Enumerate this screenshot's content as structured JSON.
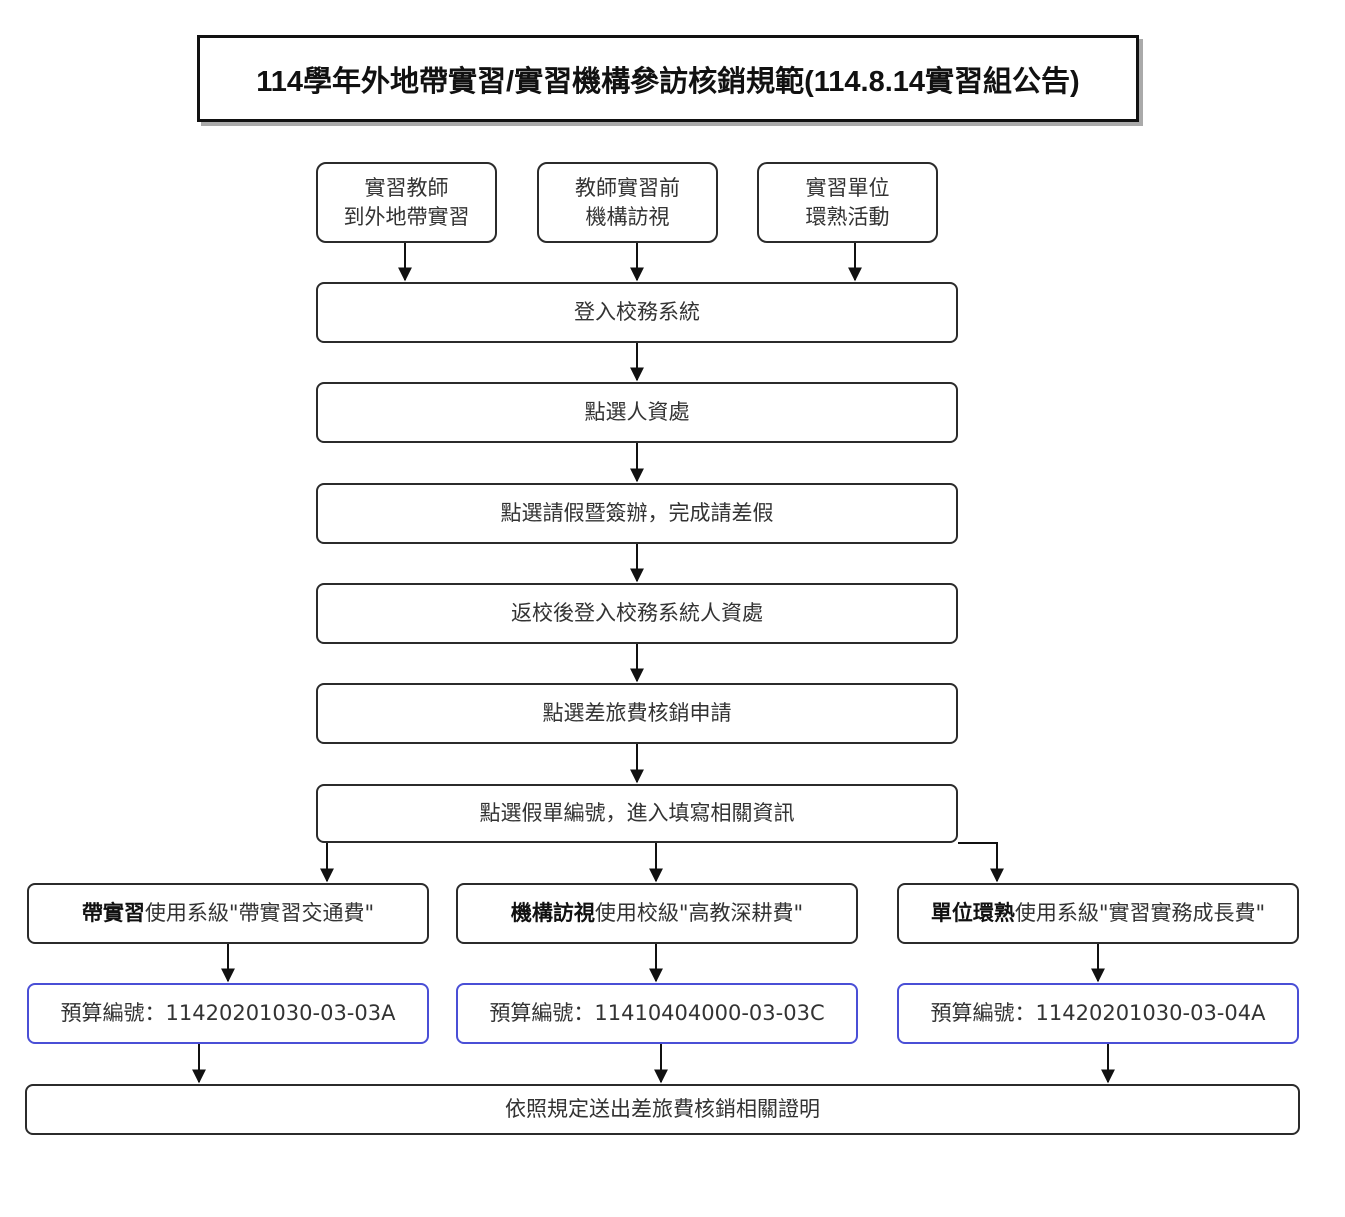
{
  "title": "114學年外地帶實習/實習機構參訪核銷規範(114.8.14實習組公告)",
  "sources": [
    {
      "line1": "實習教師",
      "line2": "到外地帶實習"
    },
    {
      "line1": "教師實習前",
      "line2": "機構訪視"
    },
    {
      "line1": "實習單位",
      "line2": "環熟活動"
    }
  ],
  "steps": [
    "登入校務系統",
    "點選人資處",
    "點選請假暨簽辦，完成請差假",
    "返校後登入校務系統人資處",
    "點選差旅費核銷申請",
    "點選假單編號，進入填寫相關資訊"
  ],
  "branches": [
    {
      "bold": "帶實習",
      "text": "使用系級\"帶實習交通費\"",
      "budget": "預算編號：11420201030-03-03A"
    },
    {
      "bold": "機構訪視",
      "text": "使用校級\"高教深耕費\"",
      "budget": "預算編號：11410404000-03-03C"
    },
    {
      "bold": "單位環熟",
      "text": "使用系級\"實習實務成長費\"",
      "budget": "預算編號：11420201030-03-04A"
    }
  ],
  "final": "依照規定送出差旅費核銷相關證明"
}
